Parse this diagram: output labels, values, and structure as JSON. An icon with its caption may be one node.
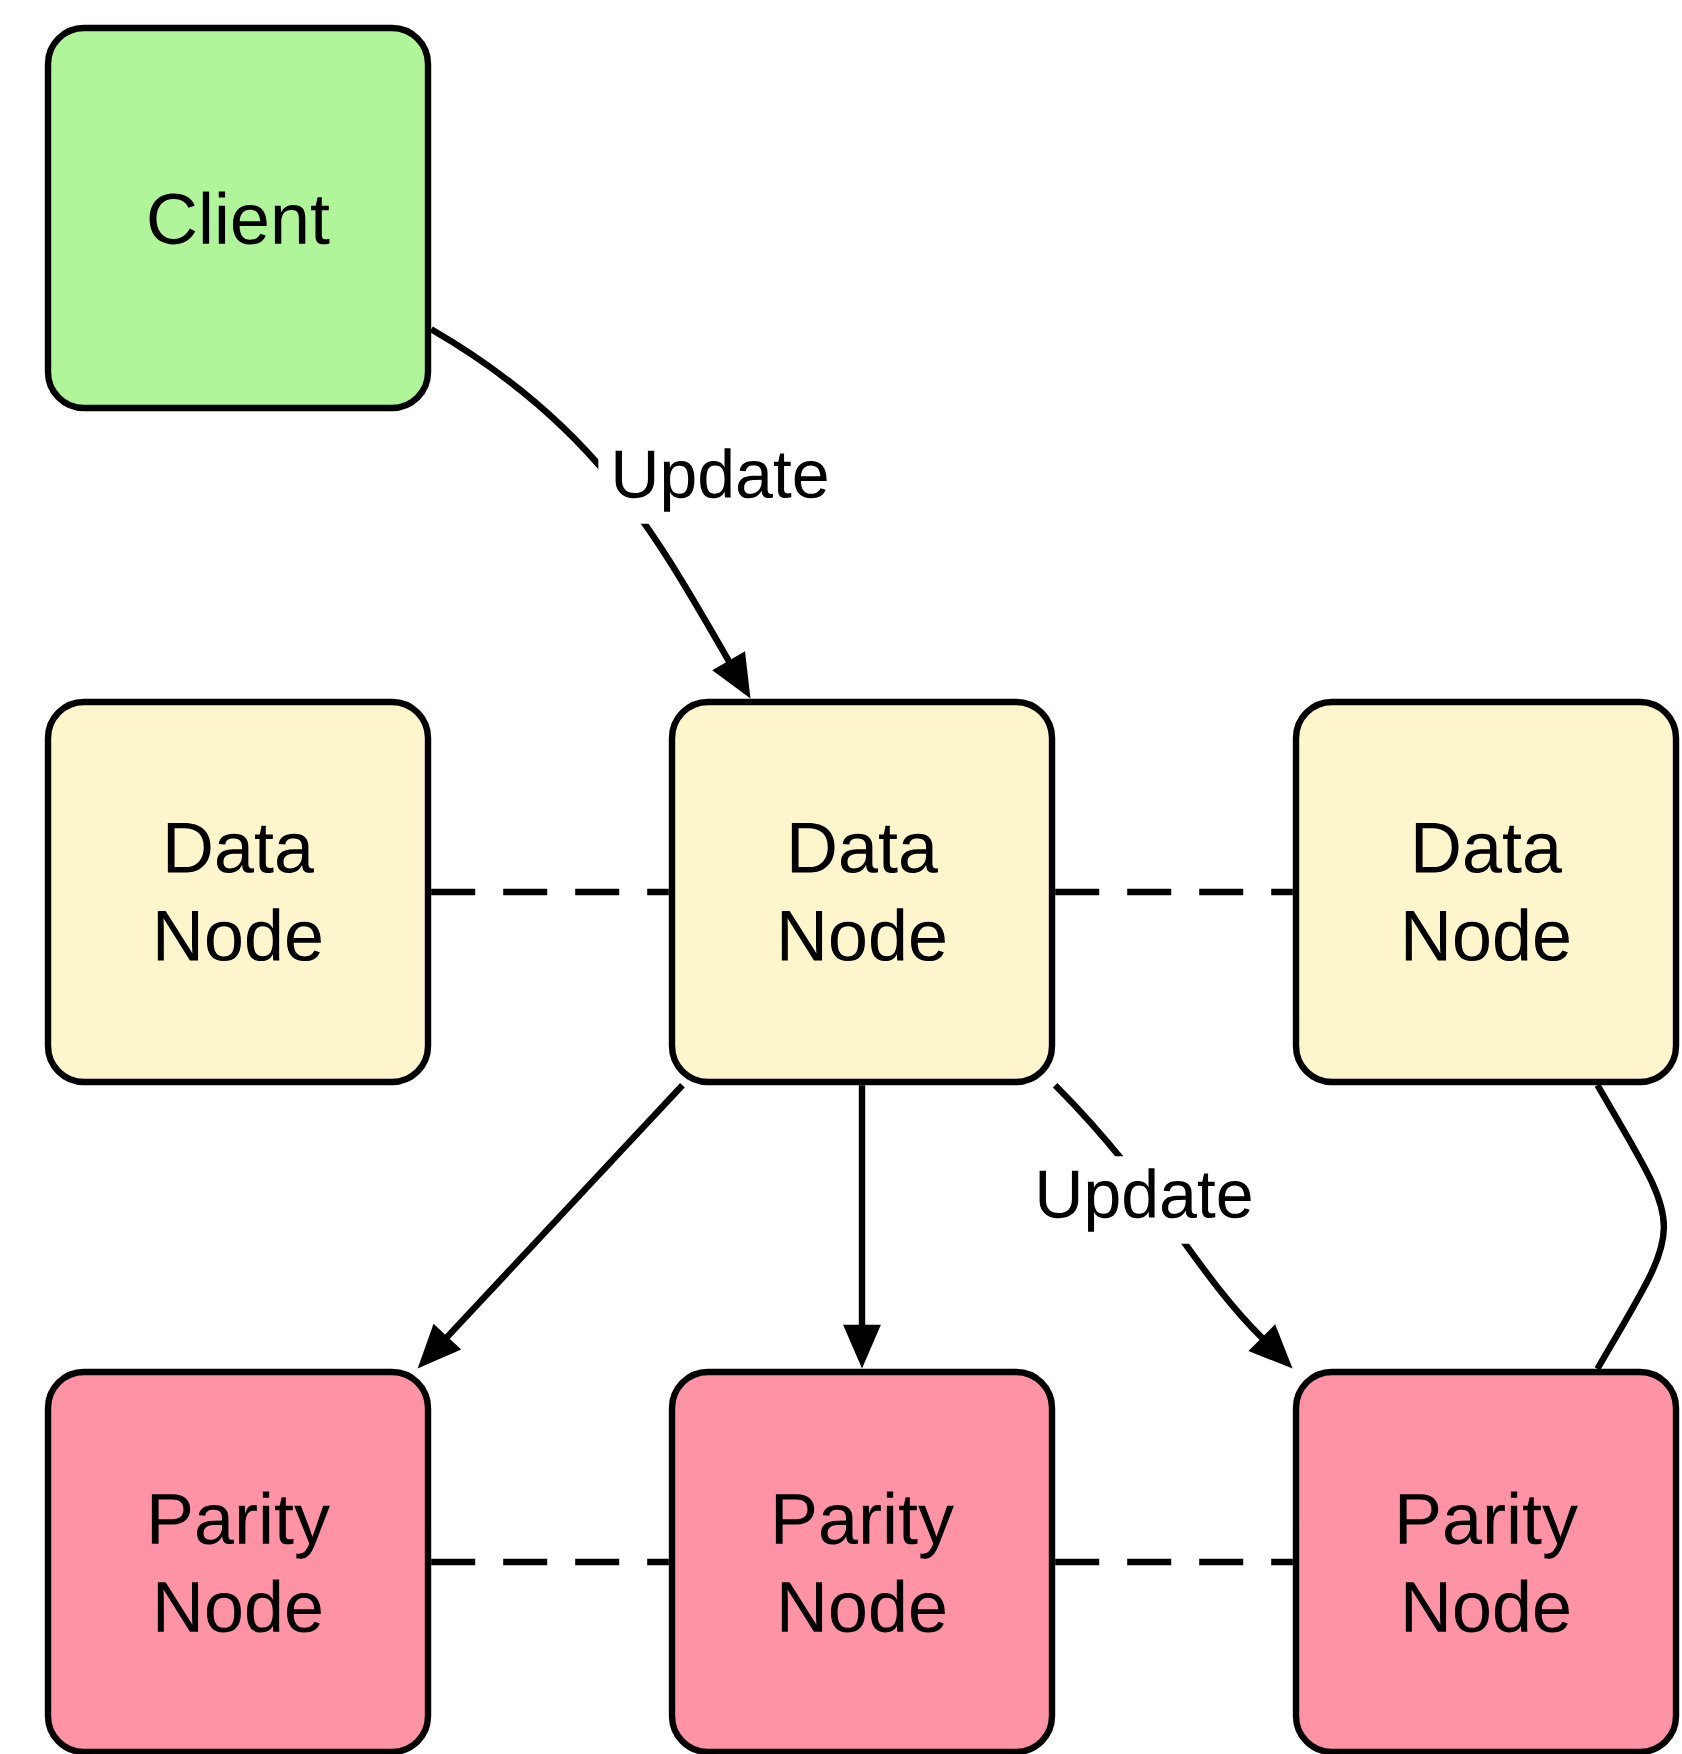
{
  "diagram": {
    "nodes": [
      {
        "text": [
          "Client"
        ]
      },
      {
        "text": [
          "Data Node"
        ]
      },
      {
        "text": [
          "Data Node"
        ]
      },
      {
        "text": [
          "Data Node"
        ]
      },
      {
        "text": [
          "Parity Node"
        ]
      },
      {
        "text": [
          "Parity Node"
        ]
      },
      {
        "text": [
          "Parity Node"
        ]
      }
    ],
    "edges": [
      {
        "from": 0,
        "to": 2,
        "arrow": "to",
        "label": "Update"
      },
      {
        "from": 1,
        "to": 2,
        "arrow": "none",
        "style": "dashed"
      },
      {
        "from": 2,
        "to": 3,
        "arrow": "none",
        "style": "dashed"
      },
      {
        "from": 2,
        "to": 4,
        "arrow": "to"
      },
      {
        "from": 2,
        "to": 5,
        "arrow": "to"
      },
      {
        "from": 2,
        "to": 6,
        "arrow": "to",
        "label": "Update"
      },
      {
        "from": 3,
        "to": 6,
        "arrow": "none"
      },
      {
        "from": 4,
        "to": 5,
        "arrow": "none",
        "style": "dashed"
      },
      {
        "from": 5,
        "to": 6,
        "arrow": "none",
        "style": "dashed"
      }
    ]
  }
}
